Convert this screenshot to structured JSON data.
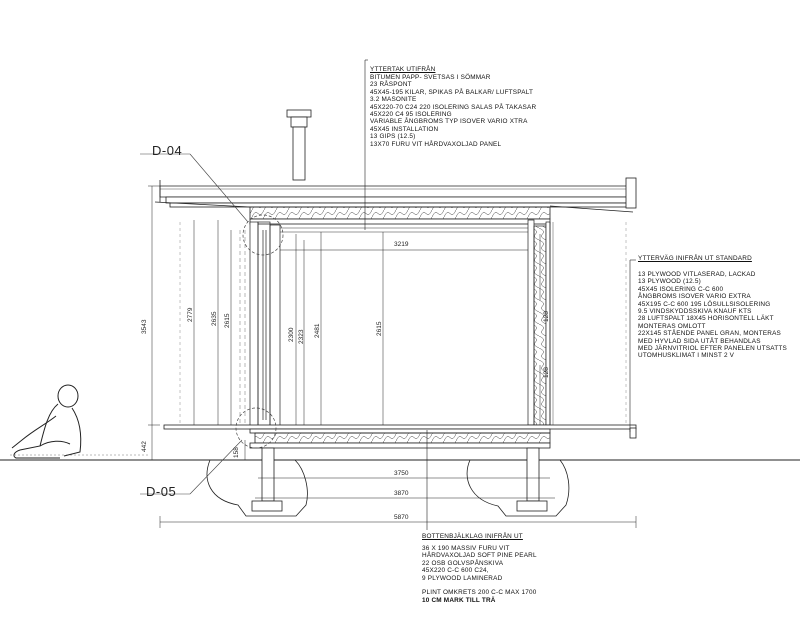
{
  "roof_note": {
    "heading": "YTTERTAK UTIFRÅN",
    "lines": [
      "BITUMEN PAPP- SVETSAS I SÖMMAR",
      "23 RÅSPONT",
      "45X45-195 KILAR, SPIKAS PÅ BALKAR/ LUFTSPALT",
      "3.2 MASONITE",
      "45X220-70 C24 220 ISOLERING SALAS PÅ TAKASAR",
      "45X220 C4 95 ISOLERING",
      "VARIABLE ÅNGBROMS TYP ISOVER VARIO XTRA",
      "45X45 INSTALLATION",
      "13 GIPS (12.5)",
      "13X70 FURU VIT HÅRDVAXOLJAD PANEL"
    ]
  },
  "wall_note": {
    "heading": "YTTERVÄG INIFRÅN UT STANDARD",
    "lines": [
      "13 PLYWOOD VITLASERAD, LACKAD",
      "13 PLYWOOD (12.5)",
      "45X45 ISOLERING C-C 600",
      "ÅNGBROMS ISOVER VARIO EXTRA",
      "45X195 C-C 600 195 LÖSULLSISOLERING",
      "9.5 VINDSKYDDSSKIVA KNAUF KTS",
      "28 LUFTSPALT 18X45  HORISONTELL LÄKT",
      "MONTERAS OMLOTT",
      "22X145 STÅENDE PANEL GRAN, MONTERAS",
      "MED HYVLAD SIDA UTÅT BEHANDLAS",
      "MED JÄRNVITRIOL EFTER PANELEN UTSATTS",
      "UTOMHUSKLIMAT I MINST 2 V"
    ]
  },
  "floor_note": {
    "heading": "BOTTENBJÄLKLAG INIFRÅN UT",
    "lines": [
      "36 X 190 MASSIV FURU VIT",
      "HÅRDVAXOLJAD SOFT PINE PEARL",
      "22 OSB GOLVSPÅNSKIVA",
      "45X220 C-C 600 C24,",
      "9 PLYWOOD LAMINERAD",
      "",
      "PLINT OMKRETS 200 C-C MAX 1700"
    ],
    "last_line": "10 CM MARK TILL TRÄ"
  },
  "detail_tags": {
    "top": "D-04",
    "bottom": "D-05"
  },
  "dimensions": {
    "total_height": "3543",
    "plinth_height": "442",
    "step": "158",
    "inner_width_top": "3219",
    "floor_width": "3750",
    "outer_width": "3870",
    "total_width": "5870",
    "h_2779": "2779",
    "h_2635": "2635",
    "h_2615a": "2615",
    "h_2300": "2300",
    "h_2323": "2323",
    "h_2481": "2481",
    "h_2615b": "2615",
    "h_128a": "128",
    "h_128b": "128"
  }
}
